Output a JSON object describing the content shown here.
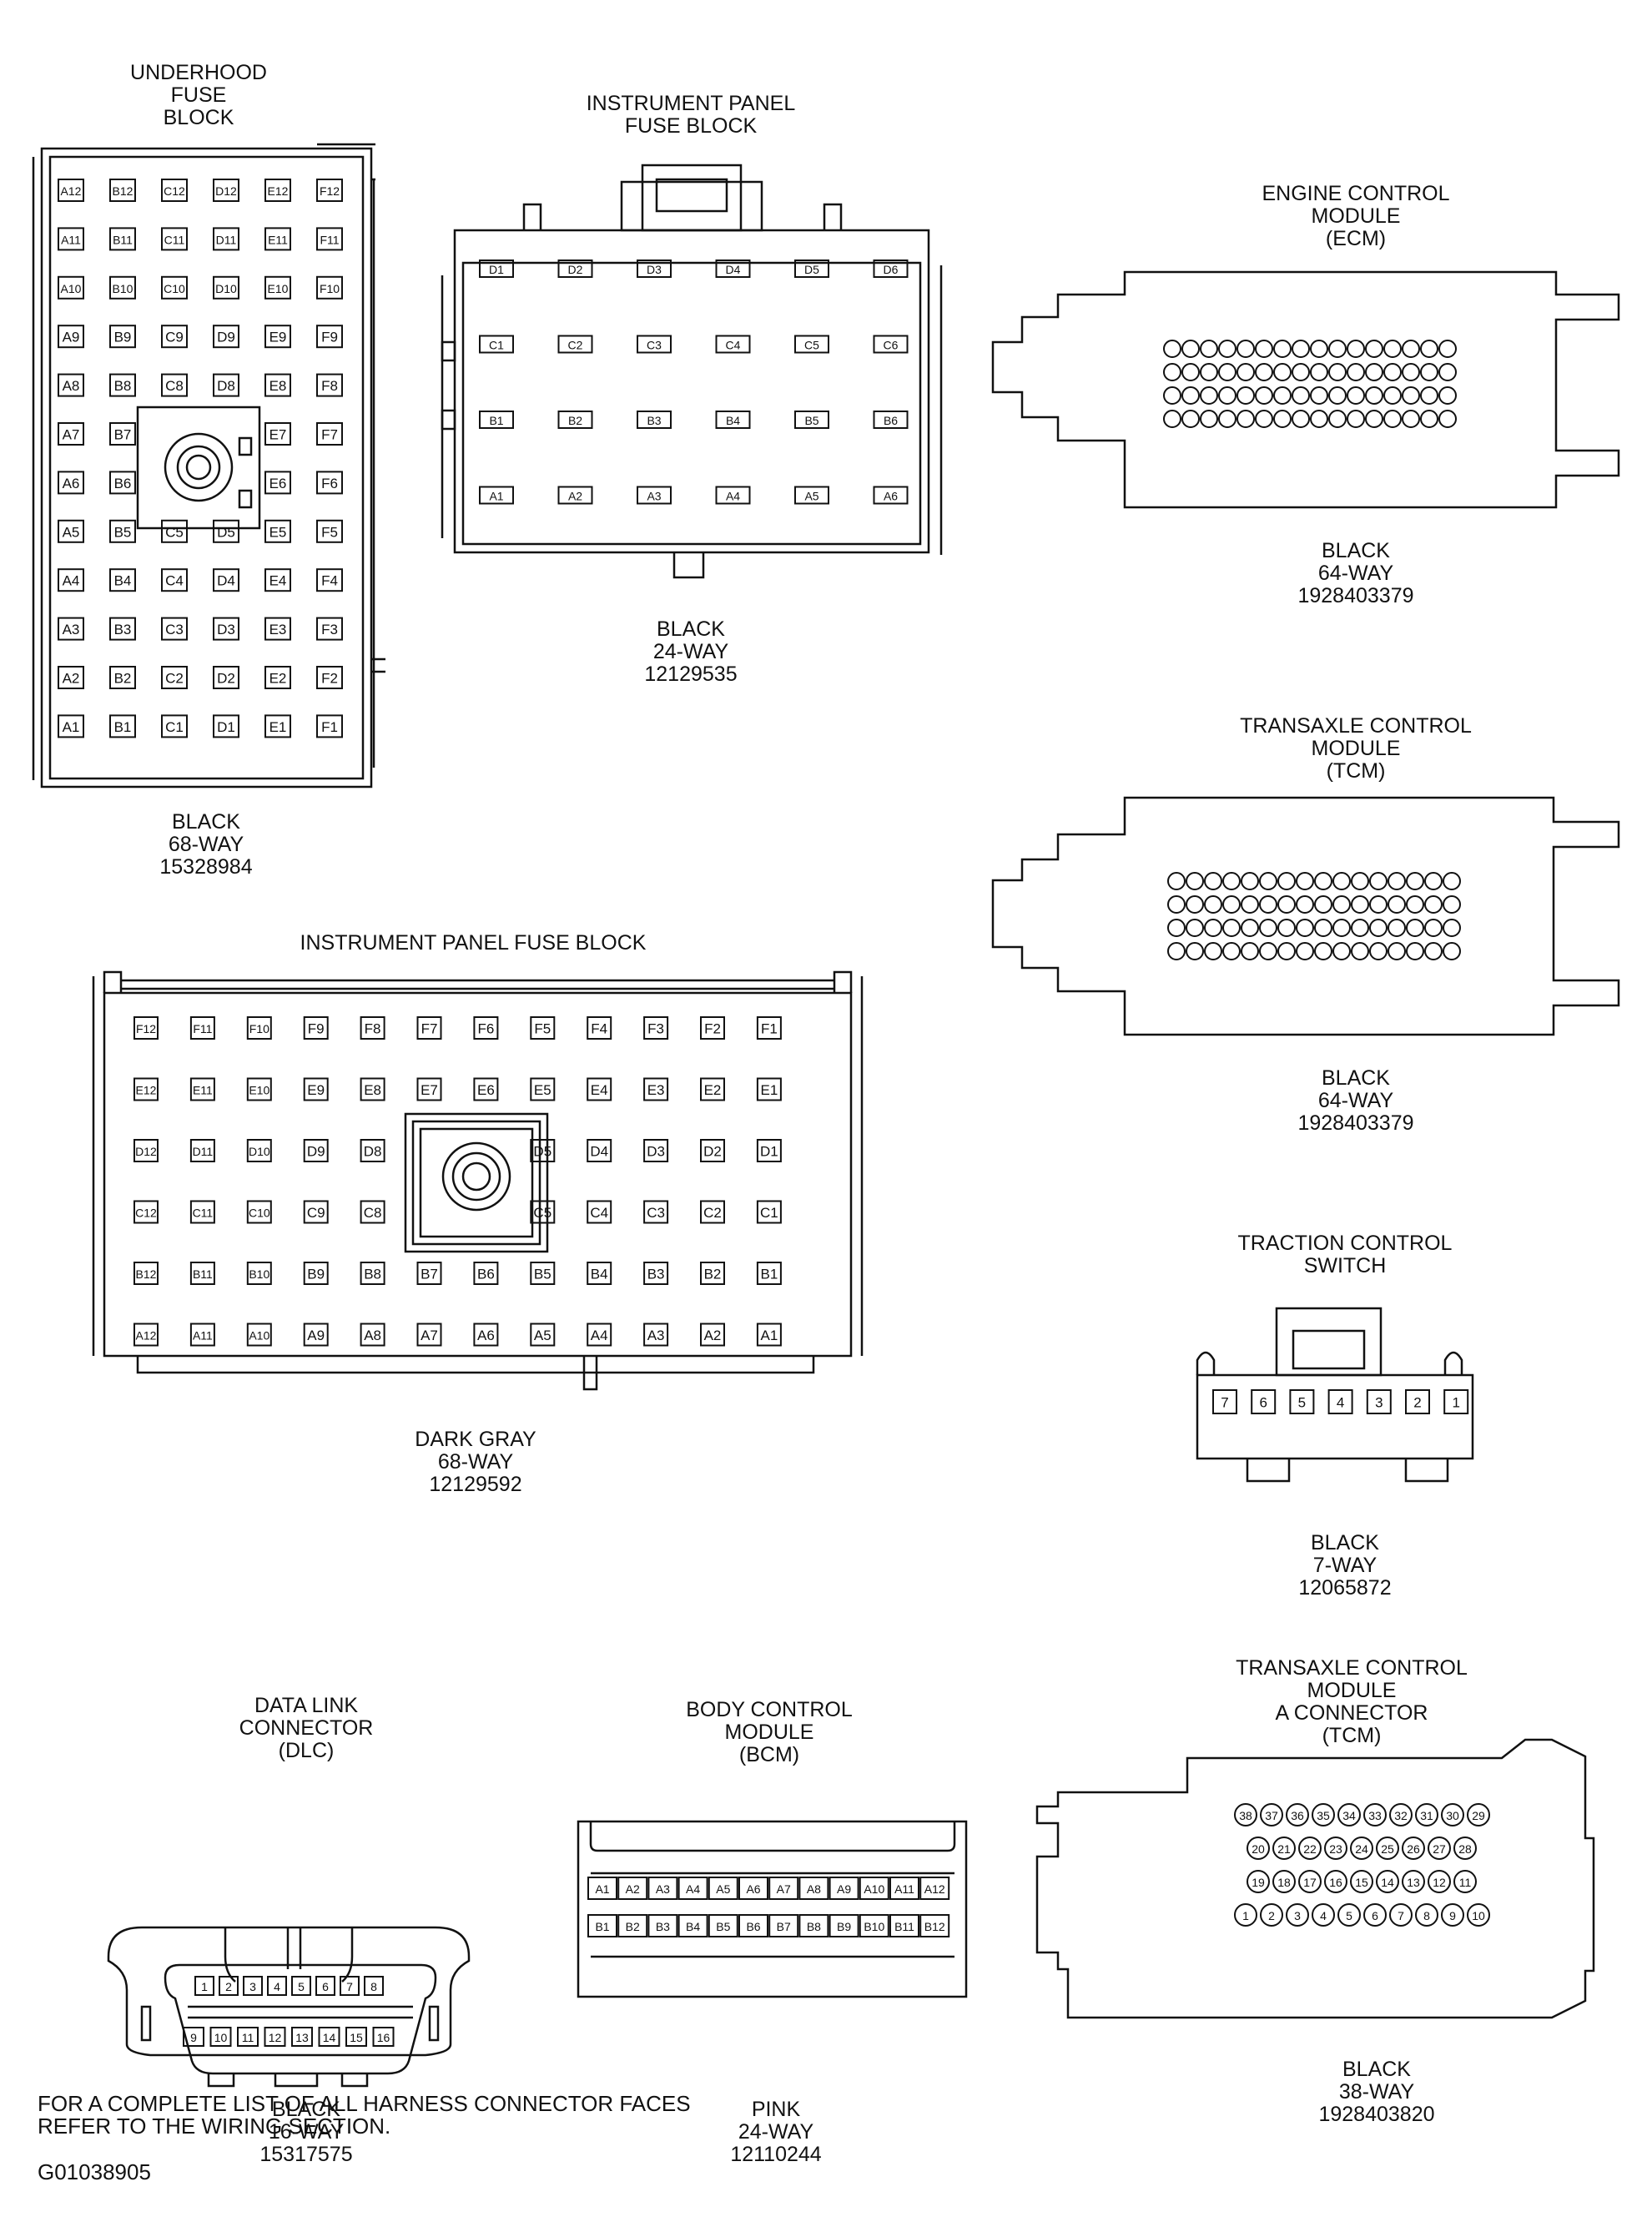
{
  "connectors": {
    "underhood": {
      "title": [
        "UNDERHOOD",
        "FUSE",
        "BLOCK"
      ],
      "caption": [
        "BLACK",
        "68-WAY",
        "15328984"
      ],
      "rows": [
        [
          "A12",
          "B12",
          "C12",
          "D12",
          "E12",
          "F12"
        ],
        [
          "A11",
          "B11",
          "C11",
          "D11",
          "E11",
          "F11"
        ],
        [
          "A10",
          "B10",
          "C10",
          "D10",
          "E10",
          "F10"
        ],
        [
          "A9",
          "B9",
          "C9",
          "D9",
          "E9",
          "F9"
        ],
        [
          "A8",
          "B8",
          "C8",
          "D8",
          "E8",
          "F8"
        ],
        [
          "A7",
          "B7",
          "",
          "",
          "E7",
          "F7"
        ],
        [
          "A6",
          "B6",
          "",
          "",
          "E6",
          "F6"
        ],
        [
          "A5",
          "B5",
          "C5",
          "D5",
          "E5",
          "F5"
        ],
        [
          "A4",
          "B4",
          "C4",
          "D4",
          "E4",
          "F4"
        ],
        [
          "A3",
          "B3",
          "C3",
          "D3",
          "E3",
          "F3"
        ],
        [
          "A2",
          "B2",
          "C2",
          "D2",
          "E2",
          "F2"
        ],
        [
          "A1",
          "B1",
          "C1",
          "D1",
          "E1",
          "F1"
        ]
      ]
    },
    "ip_fuse_24": {
      "title": [
        "INSTRUMENT PANEL",
        "FUSE BLOCK"
      ],
      "caption": [
        "BLACK",
        "24-WAY",
        "12129535"
      ],
      "rows": [
        [
          "D1",
          "D2",
          "D3",
          "D4",
          "D5",
          "D6"
        ],
        [
          "C1",
          "C2",
          "C3",
          "C4",
          "C5",
          "C6"
        ],
        [
          "B1",
          "B2",
          "B3",
          "B4",
          "B5",
          "B6"
        ],
        [
          "A1",
          "A2",
          "A3",
          "A4",
          "A5",
          "A6"
        ]
      ]
    },
    "ecm": {
      "title": [
        "ENGINE CONTROL",
        "MODULE",
        "(ECM)"
      ],
      "caption": [
        "BLACK",
        "64-WAY",
        "1928403379"
      ]
    },
    "tcm": {
      "title": [
        "TRANSAXLE CONTROL",
        "MODULE",
        "(TCM)"
      ],
      "caption": [
        "BLACK",
        "64-WAY",
        "1928403379"
      ]
    },
    "ip_fuse_68": {
      "title": [
        "INSTRUMENT PANEL FUSE BLOCK"
      ],
      "caption": [
        "DARK GRAY",
        "68-WAY",
        "12129592"
      ],
      "rows": [
        [
          "F12",
          "F11",
          "F10",
          "F9",
          "F8",
          "F7",
          "F6",
          "F5",
          "F4",
          "F3",
          "F2",
          "F1"
        ],
        [
          "E12",
          "E11",
          "E10",
          "E9",
          "E8",
          "E7",
          "E6",
          "E5",
          "E4",
          "E3",
          "E2",
          "E1"
        ],
        [
          "D12",
          "D11",
          "D10",
          "D9",
          "D8",
          "",
          "",
          "D5",
          "D4",
          "D3",
          "D2",
          "D1"
        ],
        [
          "C12",
          "C11",
          "C10",
          "C9",
          "C8",
          "",
          "",
          "C5",
          "C4",
          "C3",
          "C2",
          "C1"
        ],
        [
          "B12",
          "B11",
          "B10",
          "B9",
          "B8",
          "B7",
          "B6",
          "B5",
          "B4",
          "B3",
          "B2",
          "B1"
        ],
        [
          "A12",
          "A11",
          "A10",
          "A9",
          "A8",
          "A7",
          "A6",
          "A5",
          "A4",
          "A3",
          "A2",
          "A1"
        ]
      ]
    },
    "traction": {
      "title": [
        "TRACTION CONTROL",
        "SWITCH"
      ],
      "caption": [
        "BLACK",
        "7-WAY",
        "12065872"
      ],
      "pins": [
        "7",
        "6",
        "5",
        "4",
        "3",
        "2",
        "1"
      ]
    },
    "dlc": {
      "title": [
        "DATA LINK",
        "CONNECTOR",
        "(DLC)"
      ],
      "caption": [
        "BLACK",
        "16-WAY",
        "15317575"
      ],
      "top": [
        "1",
        "2",
        "3",
        "4",
        "5",
        "6",
        "7",
        "8"
      ],
      "bottom": [
        "9",
        "10",
        "11",
        "12",
        "13",
        "14",
        "15",
        "16"
      ]
    },
    "bcm": {
      "title": [
        "BODY CONTROL",
        "MODULE",
        "(BCM)"
      ],
      "caption": [
        "PINK",
        "24-WAY",
        "12110244"
      ],
      "top": [
        "A1",
        "A2",
        "A3",
        "A4",
        "A5",
        "A6",
        "A7",
        "A8",
        "A9",
        "A10",
        "A11",
        "A12"
      ],
      "bottom": [
        "B1",
        "B2",
        "B3",
        "B4",
        "B5",
        "B6",
        "B7",
        "B8",
        "B9",
        "B10",
        "B11",
        "B12"
      ]
    },
    "tcm_a": {
      "title": [
        "TRANSAXLE CONTROL",
        "MODULE",
        "A CONNECTOR",
        "(TCM)"
      ],
      "caption": [
        "BLACK",
        "38-WAY",
        "1928403820"
      ],
      "rows": [
        [
          "38",
          "37",
          "36",
          "35",
          "34",
          "33",
          "32",
          "31",
          "30",
          "29"
        ],
        [
          "20",
          "21",
          "22",
          "23",
          "24",
          "25",
          "26",
          "27",
          "28"
        ],
        [
          "19",
          "18",
          "17",
          "16",
          "15",
          "14",
          "13",
          "12",
          "11"
        ],
        [
          "1",
          "2",
          "3",
          "4",
          "5",
          "6",
          "7",
          "8",
          "9",
          "10"
        ]
      ]
    }
  },
  "footer": {
    "note": [
      "FOR A COMPLETE LIST OF ALL HARNESS CONNECTOR FACES",
      "REFER TO THE WIRING SECTION."
    ],
    "figure_id": "G01038905"
  }
}
